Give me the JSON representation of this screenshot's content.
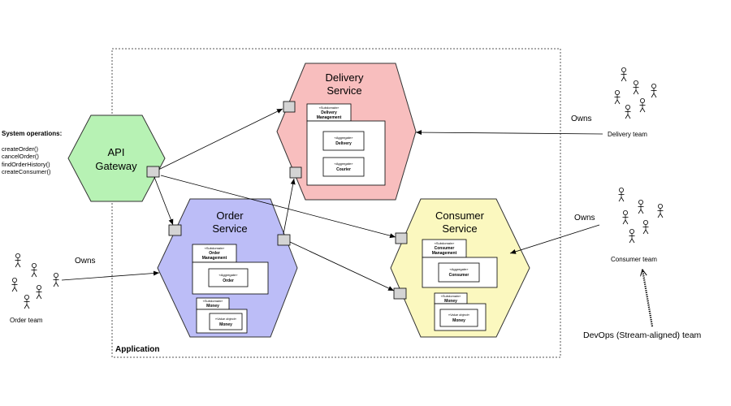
{
  "application_label": "Application",
  "system_operations": {
    "title": "System operations:",
    "items": [
      "createOrder()",
      "cancelOrder()",
      "findOrderHistory()",
      "createConsumer()"
    ]
  },
  "services": {
    "api_gateway": {
      "line1": "API",
      "line2": "Gateway",
      "color": "#b7f2b4"
    },
    "delivery": {
      "line1": "Delivery",
      "line2": "Service",
      "color": "#f8bebe",
      "subdomain_stereo": "«Subdomain»",
      "subdomain_name1": "Delivery",
      "subdomain_name2": "Management",
      "aggregates": [
        {
          "stereo": "«Aggregate»",
          "name": "Delivery"
        },
        {
          "stereo": "«Aggregate»",
          "name": "Courier"
        }
      ]
    },
    "order": {
      "line1": "Order",
      "line2": "Service",
      "color": "#bcbdf7",
      "subdomain_stereo": "«Subdomain»",
      "subdomain_name1": "Order",
      "subdomain_name2": "Management",
      "aggregate": {
        "stereo": "«Aggregate»",
        "name": "Order"
      },
      "money": {
        "stereo": "«Subdomain»",
        "name": "Money",
        "vo_stereo": "«Value object»",
        "vo_name": "Money"
      }
    },
    "consumer": {
      "line1": "Consumer",
      "line2": "Service",
      "color": "#fbf8bf",
      "subdomain_stereo": "«Subdomain»",
      "subdomain_name1": "Consumer",
      "subdomain_name2": "Management",
      "aggregate": {
        "stereo": "«Aggregate»",
        "name": "Consumer"
      },
      "money": {
        "stereo": "«Subdomain»",
        "name": "Money",
        "vo_stereo": "«Value object»",
        "vo_name": "Money"
      }
    }
  },
  "teams": {
    "delivery": {
      "owns_label": "Owns",
      "name": "Delivery team"
    },
    "consumer": {
      "owns_label": "Owns",
      "name": "Consumer team"
    },
    "order": {
      "owns_label": "Owns",
      "name": "Order team"
    },
    "devops": {
      "label": "DevOps (Stream-aligned) team"
    }
  }
}
